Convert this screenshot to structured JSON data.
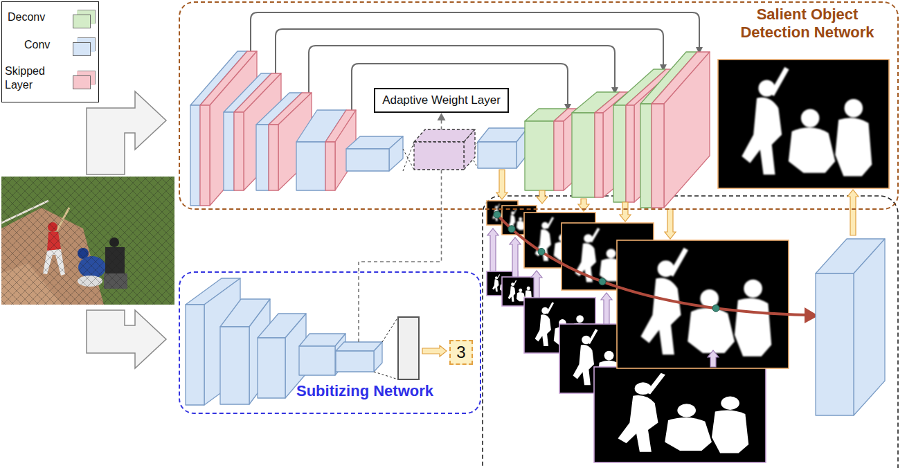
{
  "diagram": {
    "nodes": [
      {
        "text": [
          "Salient Object Detection Network"
        ]
      },
      {
        "text": [
          "Adaptive Weight Layer"
        ],
        "in": 0
      },
      {
        "text": [
          "Subitizing Network"
        ]
      },
      {
        "text": [
          "3"
        ],
        "in": 2
      }
    ],
    "edges": [
      {
        "from": 2,
        "to": 1,
        "arrow": "to"
      }
    ],
    "legend": [
      {
        "text": "Deconv",
        "color": "#d4ecc8"
      },
      {
        "text": "Conv",
        "color": "#d6e5f7"
      },
      {
        "text": "Skipped Layer",
        "color": "#f7c6cc"
      }
    ]
  }
}
